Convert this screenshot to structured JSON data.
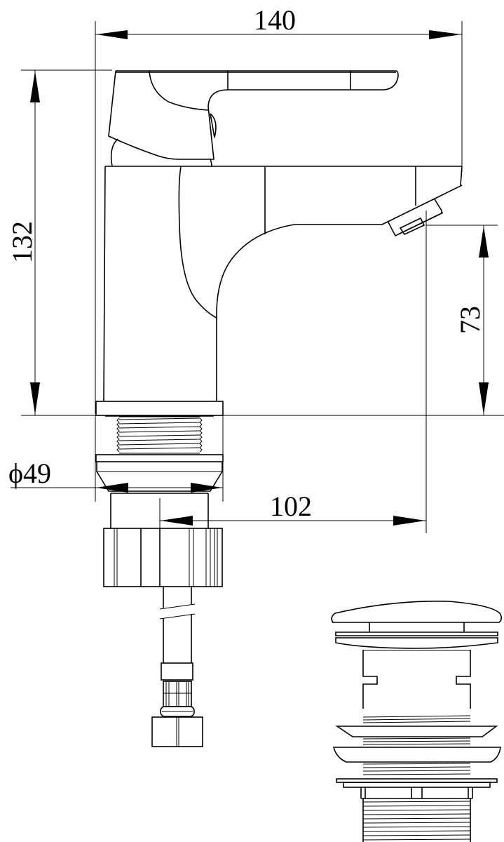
{
  "drawing": {
    "subject": "Basin mixer tap technical drawing with pop-up waste",
    "line_color": "#000000",
    "background": "#ffffff"
  },
  "dimensions": {
    "overall_width": "140",
    "overall_height": "132",
    "spout_height": "73",
    "base_diameter": "ϕ49",
    "spout_reach": "102"
  },
  "components": [
    {
      "name": "lever-handle"
    },
    {
      "name": "mixer-body"
    },
    {
      "name": "spout-aerator"
    },
    {
      "name": "threaded-shank"
    },
    {
      "name": "base-flange"
    },
    {
      "name": "fixing-nut"
    },
    {
      "name": "flexible-hose"
    },
    {
      "name": "hose-connector-nut"
    },
    {
      "name": "pop-up-waste"
    }
  ]
}
